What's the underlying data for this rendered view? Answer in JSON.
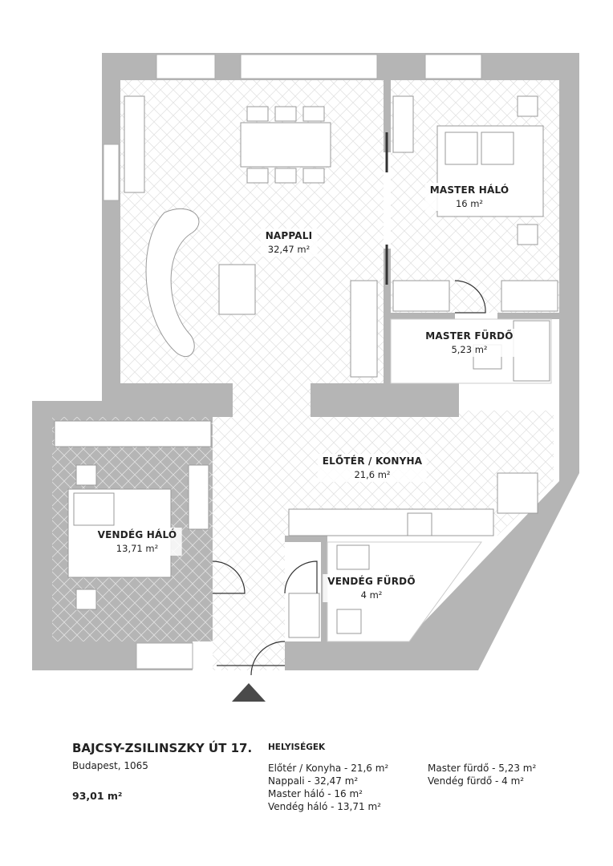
{
  "rooms": [
    {
      "name": "NAPPALI",
      "area": "32,47 m²"
    },
    {
      "name": "MASTER HÁLÓ",
      "area": "16 m²"
    },
    {
      "name": "MASTER FÜRDŐ",
      "area": "5,23 m²"
    },
    {
      "name": "ELŐTÉR / KONYHA",
      "area": "21,6 m²"
    },
    {
      "name": "VENDÉG HÁLÓ",
      "area": "13,71 m²"
    },
    {
      "name": "VENDÉG FÜRDŐ",
      "area": "4 m²"
    }
  ],
  "info": {
    "title": "BAJCSY-ZSILINSZKY ÚT 17.",
    "city": "Budapest, 1065",
    "total": "93,01 m²",
    "rooms_heading": "HELYISÉGEK",
    "list_col1": [
      "Előtér / Konyha - 21,6 m²",
      "Nappali - 32,47 m²",
      "Master háló - 16 m²",
      "Vendég háló - 13,71 m²"
    ],
    "list_col2": [
      "Master fürdő - 5,23 m²",
      "Vendég fürdő - 4 m²"
    ]
  },
  "colors": {
    "wall": "#b5b5b5",
    "floor": "#ffffff",
    "line": "#cfcfcf",
    "entrance": "#4a4a4a"
  }
}
